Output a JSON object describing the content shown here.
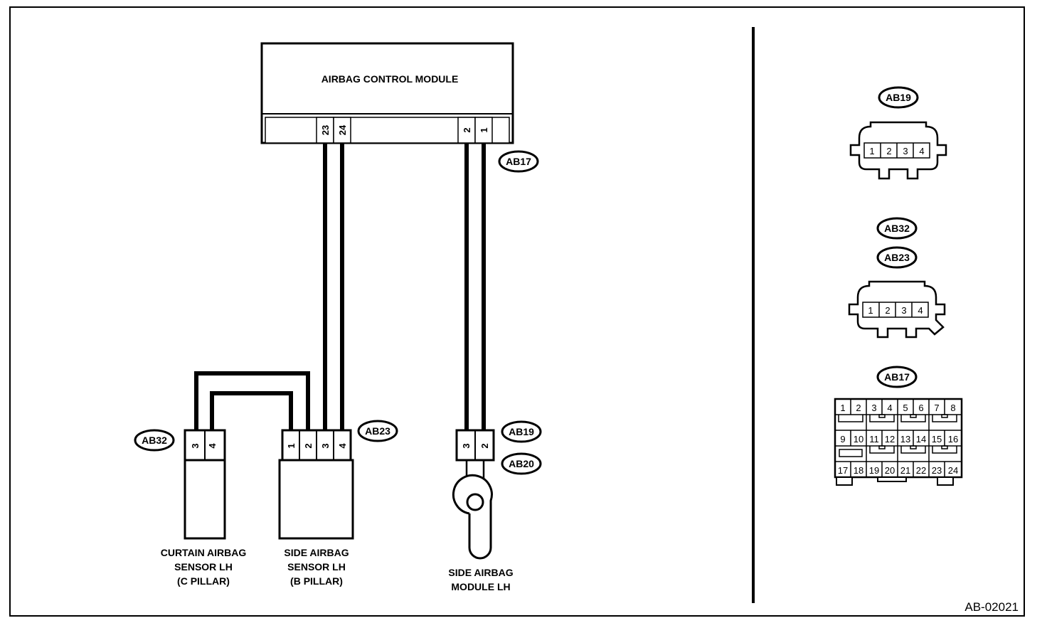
{
  "diagram_code": "AB-02021",
  "control_module": {
    "title": "AIRBAG CONTROL MODULE",
    "pins": [
      "23",
      "24",
      "2",
      "1"
    ]
  },
  "connector_tags": {
    "ab17": "AB17",
    "ab19": "AB19",
    "ab20": "AB20",
    "ab23": "AB23",
    "ab32": "AB32"
  },
  "curtain_sensor": {
    "pins": [
      "3",
      "4"
    ],
    "label_lines": [
      "CURTAIN AIRBAG",
      "SENSOR LH",
      "(C PILLAR)"
    ]
  },
  "side_sensor": {
    "pins": [
      "1",
      "2",
      "3",
      "4"
    ],
    "label_lines": [
      "SIDE AIRBAG",
      "SENSOR LH",
      "(B PILLAR)"
    ]
  },
  "side_module": {
    "pins": [
      "3",
      "2"
    ],
    "label_lines": [
      "SIDE AIRBAG",
      "MODULE LH"
    ]
  },
  "connector_views": {
    "ab19": {
      "tag": "AB19",
      "pins": [
        "1",
        "2",
        "3",
        "4"
      ]
    },
    "ab32_ab23": {
      "tags": [
        "AB32",
        "AB23"
      ],
      "pins": [
        "1",
        "2",
        "3",
        "4"
      ]
    },
    "ab17": {
      "tag": "AB17",
      "rows": [
        [
          "1",
          "2",
          "3",
          "4",
          "5",
          "6",
          "7",
          "8"
        ],
        [
          "9",
          "10",
          "11",
          "12",
          "13",
          "14",
          "15",
          "16"
        ],
        [
          "17",
          "18",
          "19",
          "20",
          "21",
          "22",
          "23",
          "24"
        ]
      ]
    }
  }
}
